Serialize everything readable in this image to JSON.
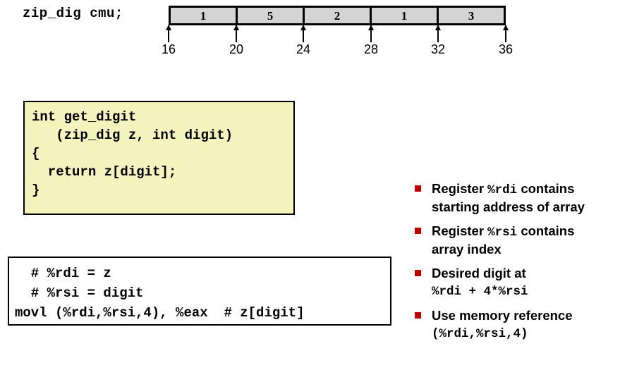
{
  "declaration": "zip_dig cmu;",
  "array": {
    "cells": [
      "1",
      "5",
      "2",
      "1",
      "3"
    ],
    "ticks": [
      "16",
      "20",
      "24",
      "28",
      "32",
      "36"
    ],
    "fill_color": "#d4d4d4",
    "border_color": "#000000"
  },
  "c_code": {
    "background": "#f4f2bd",
    "lines": [
      "int get_digit",
      "   (zip_dig z, int digit)",
      "{",
      "  return z[digit];",
      "}"
    ]
  },
  "asm_code": {
    "background": "#ffffff",
    "lines": [
      "  # %rdi = z",
      "  # %rsi = digit",
      "movl (%rdi,%rsi,4), %eax  # z[digit]"
    ]
  },
  "bullets": {
    "marker_color": "#c00000",
    "items": [
      {
        "lines": [
          [
            {
              "t": "Register ",
              "mono": false
            },
            {
              "t": "%rdi",
              "mono": true
            },
            {
              "t": " contains",
              "mono": false
            }
          ],
          [
            {
              "t": "starting address of array",
              "mono": false
            }
          ]
        ]
      },
      {
        "lines": [
          [
            {
              "t": "Register ",
              "mono": false
            },
            {
              "t": "%rsi",
              "mono": true
            },
            {
              "t": " contains",
              "mono": false
            }
          ],
          [
            {
              "t": "array index",
              "mono": false
            }
          ]
        ]
      },
      {
        "lines": [
          [
            {
              "t": "Desired digit at",
              "mono": false
            }
          ],
          [
            {
              "t": "%rdi + 4*%rsi",
              "mono": true
            }
          ]
        ]
      },
      {
        "lines": [
          [
            {
              "t": "Use memory reference",
              "mono": false
            }
          ],
          [
            {
              "t": "(%rdi,%rsi,4)",
              "mono": true
            }
          ]
        ]
      }
    ]
  }
}
